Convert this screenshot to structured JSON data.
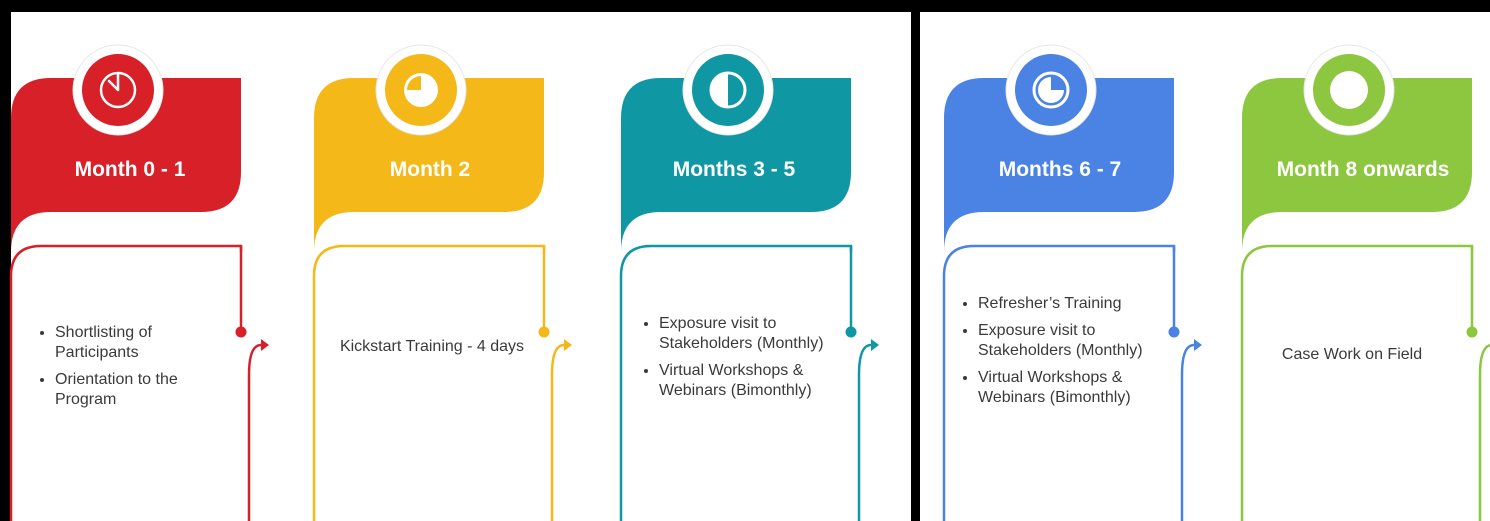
{
  "timeline": [
    {
      "title": "Month 0 - 1",
      "color": "#D72027",
      "icon": "clock-quarter-icon",
      "bullets": [
        "Shortlisting of Participants",
        "Orientation to the Program"
      ],
      "text": ""
    },
    {
      "title": "Month 2",
      "color": "#F5B819",
      "icon": "clock-half-icon",
      "bullets": [],
      "text": "Kickstart Training - 4 days"
    },
    {
      "title": "Months 3 - 5",
      "color": "#0F97A4",
      "icon": "half-circle-icon",
      "bullets": [
        "Exposure visit to Stakeholders (Monthly)",
        "Virtual Workshops & Webinars (Bimonthly)"
      ],
      "text": ""
    },
    {
      "title": "Months 6 - 7",
      "color": "#4A83E4",
      "icon": "pie-three-quarter-icon",
      "bullets": [
        "Refresher’s Training",
        "Exposure visit to Stakeholders (Monthly)",
        " Virtual Workshops & Webinars (Bimonthly)"
      ],
      "text": ""
    },
    {
      "title": "Month 8 onwards",
      "color": "#8DC63F",
      "icon": "full-circle-icon",
      "bullets": [],
      "text": "Case Work on Field"
    }
  ]
}
